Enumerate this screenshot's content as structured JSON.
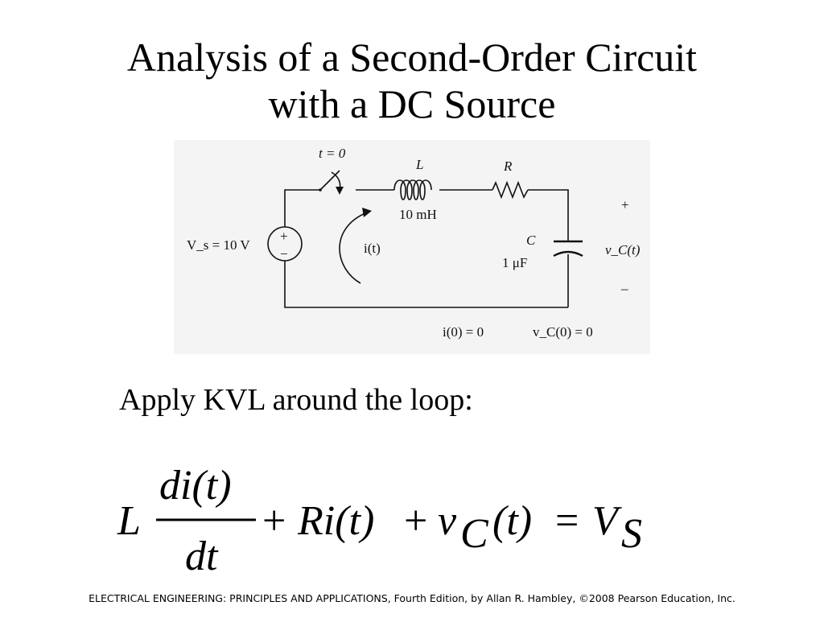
{
  "title": {
    "line1": "Analysis of a Second-Order Circuit",
    "line2": "with a DC Source"
  },
  "circuit": {
    "switch_label": "t = 0",
    "inductor_symbol": "L",
    "inductor_value": "10 mH",
    "resistor_symbol": "R",
    "source_label": "V_s = 10 V",
    "source_plus": "+",
    "source_minus": "−",
    "current_label": "i(t)",
    "capacitor_symbol": "C",
    "capacitor_value": "1 μF",
    "output_plus": "+",
    "output_label": "v_C(t)",
    "output_minus": "–",
    "initial_current": "i(0) = 0",
    "initial_voltage": "v_C(0) = 0"
  },
  "body": {
    "kvl_text": "Apply KVL around the loop:"
  },
  "equation": {
    "L": "L",
    "numerator": "di(t)",
    "denominator": "dt",
    "plus1": "+",
    "Ri": "Ri(t)",
    "plus2": "+",
    "v": "v",
    "C_sub": "C",
    "t_arg": "(t)",
    "equals": "=",
    "V": "V",
    "S_sub": "S"
  },
  "footer": {
    "text": "ELECTRICAL ENGINEERING: PRINCIPLES AND APPLICATIONS, Fourth Edition, by Allan R. Hambley, ©2008 Pearson Education, Inc."
  }
}
